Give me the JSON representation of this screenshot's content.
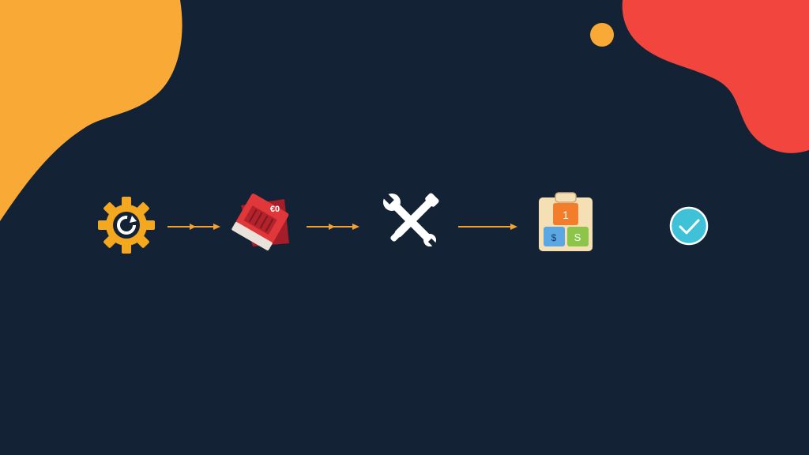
{
  "colors": {
    "background": "#132234",
    "blob_orange": "#F9A935",
    "blob_red": "#F2453E",
    "dot": "#F9A935",
    "arrow": "#F0A236",
    "gear": "#F4A81F",
    "wrench": "#FFFFFF",
    "check": "#3FC2D8"
  },
  "steps": [
    {
      "icon": "gear-refresh-icon"
    },
    {
      "icon": "ticket-card-icon",
      "label": "€0"
    },
    {
      "icon": "wrench-tools-icon"
    },
    {
      "icon": "clipboard-blocks-icon",
      "labels": [
        "1",
        "$",
        "S"
      ]
    },
    {
      "icon": "checkmark-circle-icon"
    }
  ]
}
